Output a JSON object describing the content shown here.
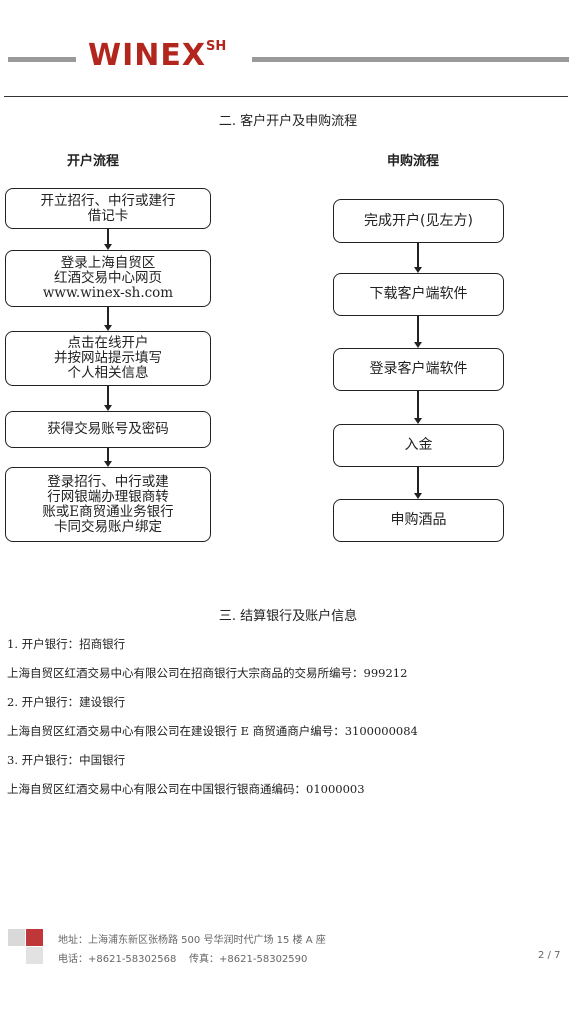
{
  "header": {
    "logo_main": "WINEX",
    "logo_sup": "SH"
  },
  "section2_title": "二. 客户开户及申购流程",
  "left_flow": {
    "title": "开户流程",
    "steps": [
      "开立招行、中行或建行\n借记卡",
      "登录上海自贸区\n红酒交易中心网页\nwww.winex-sh.com",
      "点击在线开户\n并按网站提示填写\n个人相关信息",
      "获得交易账号及密码",
      "登录招行、中行或建\n行网银端办理银商转\n账或E商贸通业务银行\n卡同交易账户绑定"
    ]
  },
  "right_flow": {
    "title": "申购流程",
    "steps": [
      "完成开户(见左方)",
      "下载客户端软件",
      "登录客户端软件",
      "入金",
      "申购酒品"
    ]
  },
  "section3_title": "三. 结算银行及账户信息",
  "bank_lines": [
    "1. 开户银行：招商银行",
    "上海自贸区红酒交易中心有限公司在招商银行大宗商品的交易所编号：999212",
    "2. 开户银行：建设银行",
    "上海自贸区红酒交易中心有限公司在建设银行 E 商贸通商户编号：3100000084",
    "3. 开户银行：中国银行",
    "上海自贸区红酒交易中心有限公司在中国银行银商通编码：01000003"
  ],
  "footer": {
    "address": "地址：上海浦东新区张杨路 500 号华润时代广场 15 楼 A 座",
    "contact": "电话：+8621-58302568    传真：+8621-58302590",
    "page": "2 / 7"
  },
  "colors": {
    "brand_red": "#b3261e",
    "rule_gray": "#9a9a9a",
    "square_gray": "#d9d9d9",
    "square_red": "#c0373a"
  }
}
